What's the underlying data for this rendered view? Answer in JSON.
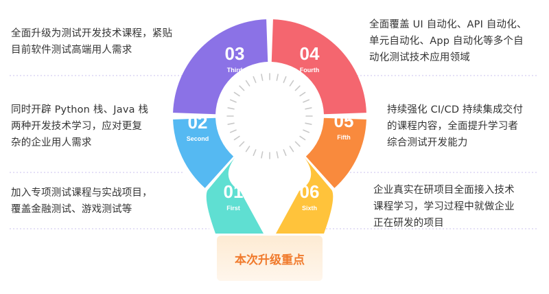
{
  "colors": {
    "first": "#5fdfd2",
    "second": "#55b9f2",
    "third": "#8b72e6",
    "fourth": "#f4666f",
    "fifth": "#f98a3d",
    "sixth": "#ffc33b",
    "base_top": "#fdebd3",
    "base_bottom": "#fff6ec",
    "divider": "#c8c0ee"
  },
  "segments": [
    {
      "key": "first",
      "number": "01",
      "label": "First",
      "color_name": "teal"
    },
    {
      "key": "second",
      "number": "02",
      "label": "Second",
      "color_name": "blue"
    },
    {
      "key": "third",
      "number": "03",
      "label": "Third",
      "color_name": "purple"
    },
    {
      "key": "fourth",
      "number": "04",
      "label": "Fourth",
      "color_name": "red"
    },
    {
      "key": "fifth",
      "number": "05",
      "label": "Fifth",
      "color_name": "orange"
    },
    {
      "key": "sixth",
      "number": "06",
      "label": "Sixth",
      "color_name": "yellow"
    }
  ],
  "descriptions": {
    "third": "全面升级为测试开发技术课程，紧贴\n目前软件测试高端用人需求",
    "second": "同时开辟 Python 栈、Java 栈\n两种开发技术学习，应对更复\n杂的企业用人需求",
    "first": "加入专项测试课程与实战项目，\n覆盖金融测试、游戏测试等",
    "fourth": "全面覆盖 UI 自动化、API 自动化、\n单元自动化、App 自动化等多个自\n动化测试技术应用领域",
    "fifth": "持续强化 CI/CD 持续集成交付\n的课程内容，全面提升学习者\n综合测试开发能力",
    "sixth": "企业真实在研项目全面接入技术\n课程学习，学习过程中就做企业\n正在研发的项目"
  },
  "base": {
    "label": "本次升级重点"
  }
}
